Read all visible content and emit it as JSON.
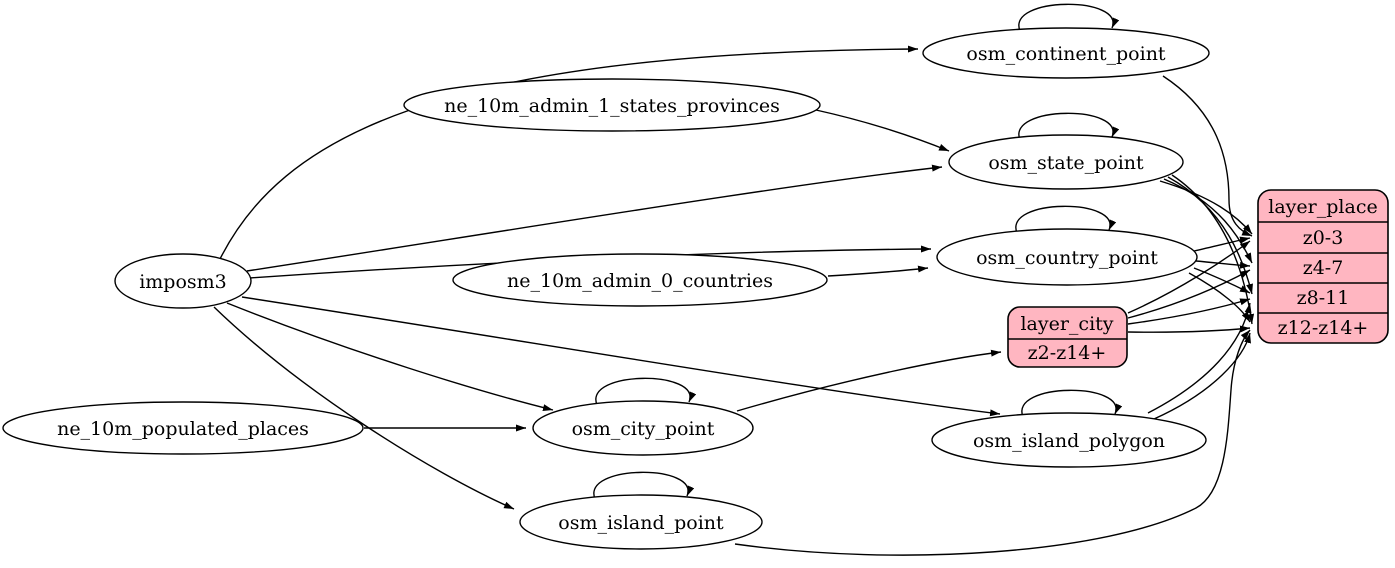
{
  "diagram": {
    "kind": "etl-graph",
    "colors": {
      "background": "#ffffff",
      "node_fill": "#ffffff",
      "node_stroke": "#000000",
      "edge": "#000000",
      "record_fill": "#ffb6c1"
    },
    "nodes": {
      "imposm3": {
        "label": "imposm3",
        "shape": "ellipse"
      },
      "ne_10m_admin_1_states_provinces": {
        "label": "ne_10m_admin_1_states_provinces",
        "shape": "ellipse"
      },
      "ne_10m_admin_0_countries": {
        "label": "ne_10m_admin_0_countries",
        "shape": "ellipse"
      },
      "ne_10m_populated_places": {
        "label": "ne_10m_populated_places",
        "shape": "ellipse"
      },
      "osm_continent_point": {
        "label": "osm_continent_point",
        "shape": "ellipse"
      },
      "osm_state_point": {
        "label": "osm_state_point",
        "shape": "ellipse"
      },
      "osm_country_point": {
        "label": "osm_country_point",
        "shape": "ellipse"
      },
      "osm_city_point": {
        "label": "osm_city_point",
        "shape": "ellipse"
      },
      "osm_island_polygon": {
        "label": "osm_island_polygon",
        "shape": "ellipse"
      },
      "osm_island_point": {
        "label": "osm_island_point",
        "shape": "ellipse"
      },
      "layer_city": {
        "label": "layer_city",
        "shape": "record",
        "rows": [
          "z2-z14+"
        ]
      },
      "layer_place": {
        "label": "layer_place",
        "shape": "record",
        "rows": [
          "z0-3",
          "z4-7",
          "z8-11",
          "z12-z14+"
        ]
      }
    },
    "edges": [
      {
        "from": "imposm3",
        "to": "osm_continent_point"
      },
      {
        "from": "imposm3",
        "to": "osm_state_point"
      },
      {
        "from": "imposm3",
        "to": "osm_country_point"
      },
      {
        "from": "imposm3",
        "to": "osm_city_point"
      },
      {
        "from": "imposm3",
        "to": "osm_island_polygon"
      },
      {
        "from": "imposm3",
        "to": "osm_island_point"
      },
      {
        "from": "ne_10m_admin_1_states_provinces",
        "to": "osm_state_point"
      },
      {
        "from": "ne_10m_admin_0_countries",
        "to": "osm_country_point"
      },
      {
        "from": "ne_10m_populated_places",
        "to": "osm_city_point"
      },
      {
        "from": "osm_continent_point",
        "to": "osm_continent_point",
        "type": "self"
      },
      {
        "from": "osm_state_point",
        "to": "osm_state_point",
        "type": "self"
      },
      {
        "from": "osm_country_point",
        "to": "osm_country_point",
        "type": "self"
      },
      {
        "from": "osm_city_point",
        "to": "osm_city_point",
        "type": "self"
      },
      {
        "from": "osm_island_polygon",
        "to": "osm_island_polygon",
        "type": "self"
      },
      {
        "from": "osm_island_point",
        "to": "osm_island_point",
        "type": "self"
      },
      {
        "from": "osm_city_point",
        "to": "layer_city",
        "to_port": "z2-z14+"
      },
      {
        "from": "osm_continent_point",
        "to": "layer_place",
        "to_port": "z0-3"
      },
      {
        "from": "osm_state_point",
        "to": "layer_place",
        "to_port": "z0-3"
      },
      {
        "from": "osm_state_point",
        "to": "layer_place",
        "to_port": "z4-7"
      },
      {
        "from": "osm_state_point",
        "to": "layer_place",
        "to_port": "z8-11"
      },
      {
        "from": "osm_state_point",
        "to": "layer_place",
        "to_port": "z12-z14+"
      },
      {
        "from": "osm_country_point",
        "to": "layer_place",
        "to_port": "z0-3"
      },
      {
        "from": "osm_country_point",
        "to": "layer_place",
        "to_port": "z4-7"
      },
      {
        "from": "osm_country_point",
        "to": "layer_place",
        "to_port": "z8-11"
      },
      {
        "from": "osm_country_point",
        "to": "layer_place",
        "to_port": "z12-z14+"
      },
      {
        "from": "layer_city",
        "to": "layer_place",
        "to_port": "z0-3"
      },
      {
        "from": "layer_city",
        "to": "layer_place",
        "to_port": "z4-7"
      },
      {
        "from": "layer_city",
        "to": "layer_place",
        "to_port": "z8-11"
      },
      {
        "from": "layer_city",
        "to": "layer_place",
        "to_port": "z12-z14+"
      },
      {
        "from": "osm_island_polygon",
        "to": "layer_place",
        "to_port": "z8-11"
      },
      {
        "from": "osm_island_polygon",
        "to": "layer_place",
        "to_port": "z12-z14+"
      },
      {
        "from": "osm_island_point",
        "to": "layer_place",
        "to_port": "z12-z14+"
      }
    ]
  }
}
